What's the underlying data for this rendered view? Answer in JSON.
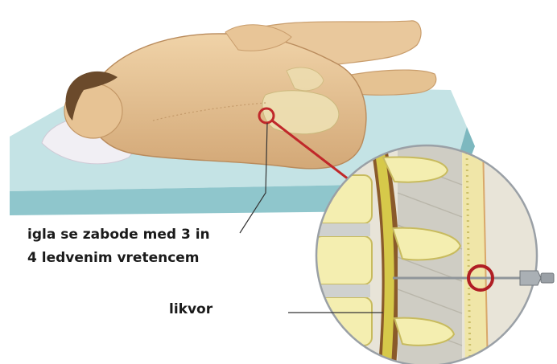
{
  "labels": {
    "needle_line1": "igla se zabode med 3 in",
    "needle_line2": "4 ledvenim vretencem",
    "csf": "likvor"
  },
  "colors": {
    "background": "#ffffff",
    "table_top": "#bfe0e2",
    "table_side": "#8fc6cc",
    "skin": "#e9c79a",
    "skin_shadow": "#c99d6c",
    "hair": "#6b4a2b",
    "pillow": "#f2f0f5",
    "bone": "#f4eeb0",
    "bone_edge": "#c8bb5e",
    "disc": "#cfd1cf",
    "spinal_cord": "#d6c94a",
    "dura": "#8a5a2a",
    "pointer_red": "#c0282a",
    "needle": "#9aa0a6",
    "annotation_line": "#333333"
  },
  "icons": {
    "target_circle": "red-circle",
    "needle": "syringe-needle"
  }
}
